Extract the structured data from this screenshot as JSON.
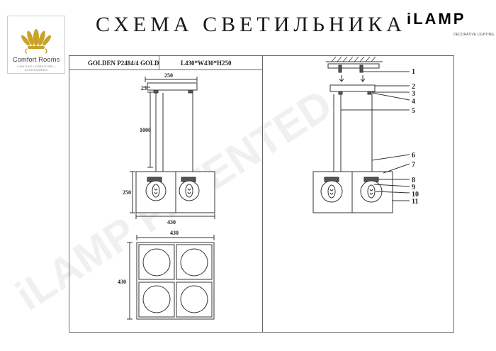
{
  "title": "СХЕМА СВЕТИЛЬНИКА",
  "logo_left": {
    "name": "Comfort Rooms",
    "subtitle": "LIGHTING | FURNITURE | ACCESSORIES",
    "icon": "crown-feathers-icon"
  },
  "logo_right": {
    "name": "iLAMP",
    "subtitle": "DECORATIVE LIGHTING"
  },
  "header": {
    "model": "GOLDEN P2484/4 GOLD",
    "size": "L430*W430*H250"
  },
  "dimensions": {
    "top_width": "250",
    "canopy_offset": "25",
    "cable_length": "1000",
    "body_height": "250",
    "body_width": "430",
    "plan_width": "430",
    "plan_depth": "430"
  },
  "callouts": [
    "1",
    "2",
    "3",
    "4",
    "5",
    "6",
    "7",
    "8",
    "9",
    "10",
    "11"
  ],
  "watermark": "iLAMP PATENTED",
  "colors": {
    "line": "#333333",
    "frame": "#666666",
    "gold": "#c9a227"
  }
}
